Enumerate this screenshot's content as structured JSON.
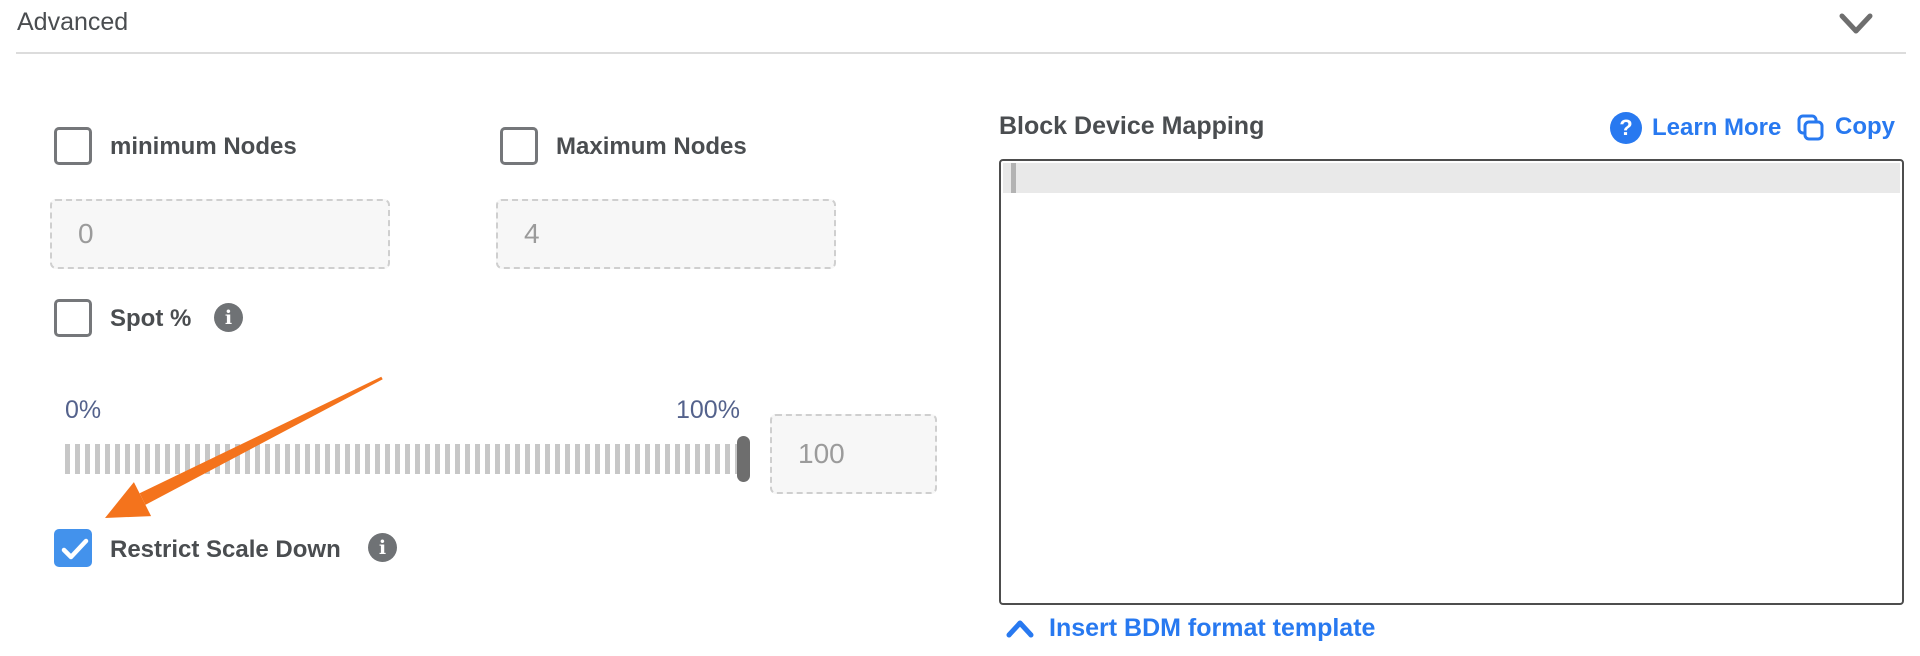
{
  "header": {
    "title": "Advanced",
    "expanded": true
  },
  "left_panel": {
    "min_nodes": {
      "label": "minimum Nodes",
      "checked": false,
      "value": "0"
    },
    "max_nodes": {
      "label": "Maximum Nodes",
      "checked": false,
      "value": "4"
    },
    "spot": {
      "label": "Spot %",
      "checked": false
    },
    "slider": {
      "min_label": "0%",
      "max_label": "100%",
      "value": "100",
      "position_percent": 100
    },
    "restrict": {
      "label": "Restrict Scale Down",
      "checked": true
    }
  },
  "right_panel": {
    "title": "Block Device Mapping",
    "learn_more_label": "Learn More",
    "copy_label": "Copy",
    "editor_value": "",
    "insert_template_label": "Insert BDM format template"
  },
  "colors": {
    "link_blue": "#2879f0",
    "checkbox_checked_blue": "#4392ec",
    "slider_label_slate": "#54628c",
    "annotation_arrow_orange": "#f4731c",
    "text_dark": "#4a4d50"
  }
}
